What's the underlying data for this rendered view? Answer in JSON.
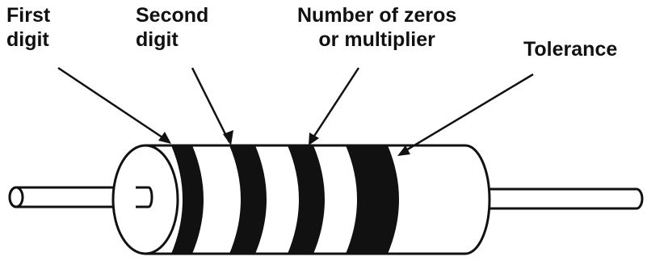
{
  "labels": {
    "first_digit": {
      "line1": "First",
      "line2": "digit"
    },
    "second_digit": {
      "line1": "Second",
      "line2": "digit"
    },
    "multiplier": {
      "line1": "Number of zeros",
      "line2": "or multiplier"
    },
    "tolerance": {
      "line1": "Tolerance"
    }
  },
  "colors": {
    "ink": "#111111",
    "paper": "#ffffff"
  }
}
